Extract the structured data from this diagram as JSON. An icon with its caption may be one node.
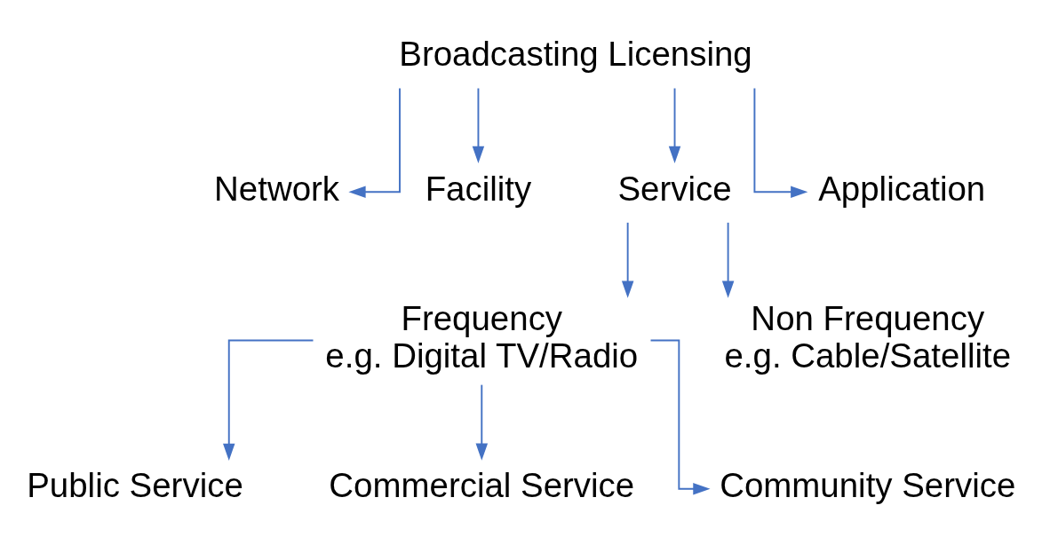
{
  "diagram": {
    "nodes": [
      {
        "text": [
          "Broadcasting Licensing"
        ]
      },
      {
        "text": [
          "Network"
        ]
      },
      {
        "text": [
          "Facility"
        ]
      },
      {
        "text": [
          "Service"
        ]
      },
      {
        "text": [
          "Application"
        ]
      },
      {
        "text": [
          "Frequency",
          "e.g. Digital TV/Radio"
        ]
      },
      {
        "text": [
          "Non Frequency",
          "e.g. Cable/Satellite"
        ]
      },
      {
        "text": [
          "Public Service"
        ]
      },
      {
        "text": [
          "Commercial Service"
        ]
      },
      {
        "text": [
          "Community Service"
        ]
      }
    ],
    "edges": [
      {
        "from": 0,
        "to": 1,
        "arrow": "to"
      },
      {
        "from": 0,
        "to": 2,
        "arrow": "to"
      },
      {
        "from": 0,
        "to": 3,
        "arrow": "to"
      },
      {
        "from": 0,
        "to": 4,
        "arrow": "to"
      },
      {
        "from": 3,
        "to": 5,
        "arrow": "to"
      },
      {
        "from": 3,
        "to": 6,
        "arrow": "to"
      },
      {
        "from": 5,
        "to": 7,
        "arrow": "to"
      },
      {
        "from": 5,
        "to": 8,
        "arrow": "to"
      },
      {
        "from": 5,
        "to": 9,
        "arrow": "to"
      }
    ]
  }
}
